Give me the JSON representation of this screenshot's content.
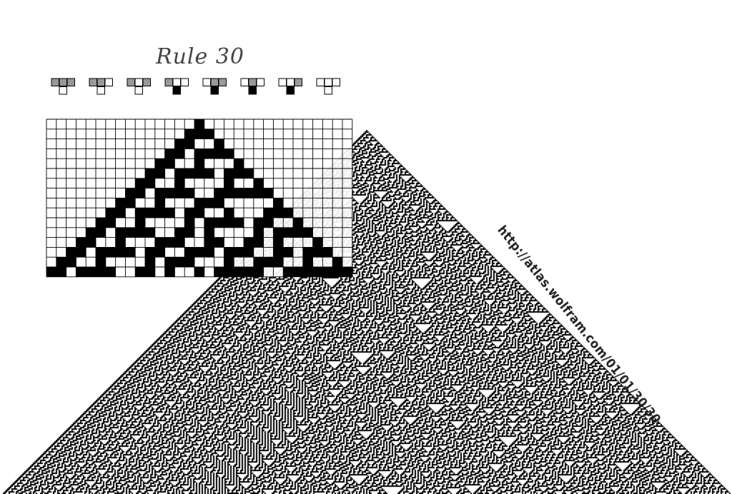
{
  "title": "Rule 30",
  "url_text": "http://atlas.wolfram.com/01/01/30/30",
  "rule_number": 30,
  "rule_icons": [
    {
      "pattern": "111",
      "output": 0
    },
    {
      "pattern": "110",
      "output": 0
    },
    {
      "pattern": "101",
      "output": 0
    },
    {
      "pattern": "100",
      "output": 1
    },
    {
      "pattern": "011",
      "output": 1
    },
    {
      "pattern": "010",
      "output": 1
    },
    {
      "pattern": "001",
      "output": 1
    },
    {
      "pattern": "000",
      "output": 0
    }
  ],
  "colors": {
    "live_cell": "#000000",
    "dead_cell": "#ffffff",
    "grid_line": "#000000",
    "neighborhood_cell": "#999999",
    "title": "#444444",
    "url": "#222222"
  },
  "zoom_grid": {
    "rows": 16,
    "cols": 31
  }
}
